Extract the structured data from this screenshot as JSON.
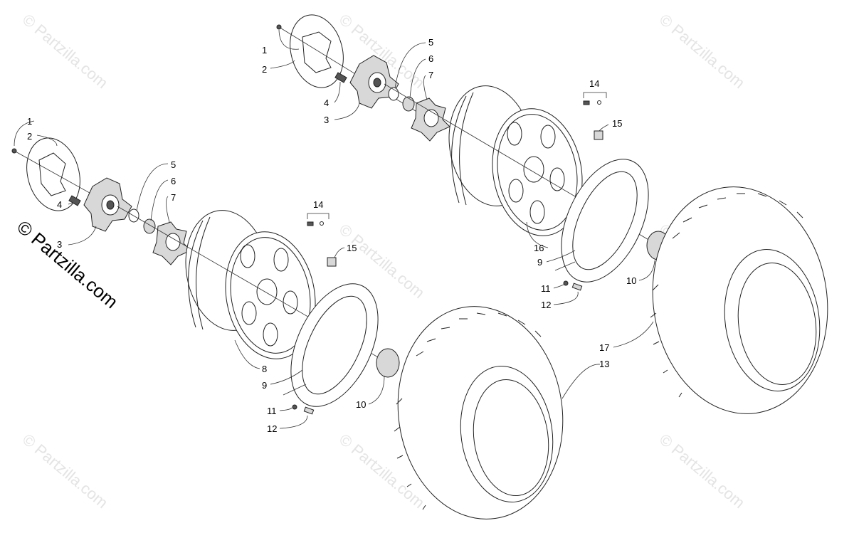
{
  "watermark": {
    "text": "© Partzilla.com",
    "corner_text": "© Partzilla.com"
  },
  "callouts": {
    "front_left": {
      "c1": "1",
      "c2": "2",
      "c3": "3",
      "c4": "4",
      "c5": "5",
      "c6": "6",
      "c7": "7",
      "c8": "8",
      "c9": "9",
      "c10": "10",
      "c11": "11",
      "c12": "12",
      "c13": "13",
      "c14": "14",
      "c15": "15"
    },
    "rear_right": {
      "c1": "1",
      "c2": "2",
      "c3": "3",
      "c4": "4",
      "c5": "5",
      "c6": "6",
      "c7": "7",
      "c9": "9",
      "c10": "10",
      "c11": "11",
      "c12": "12",
      "c14": "14",
      "c15": "15",
      "c16": "16",
      "c17": "17"
    }
  }
}
